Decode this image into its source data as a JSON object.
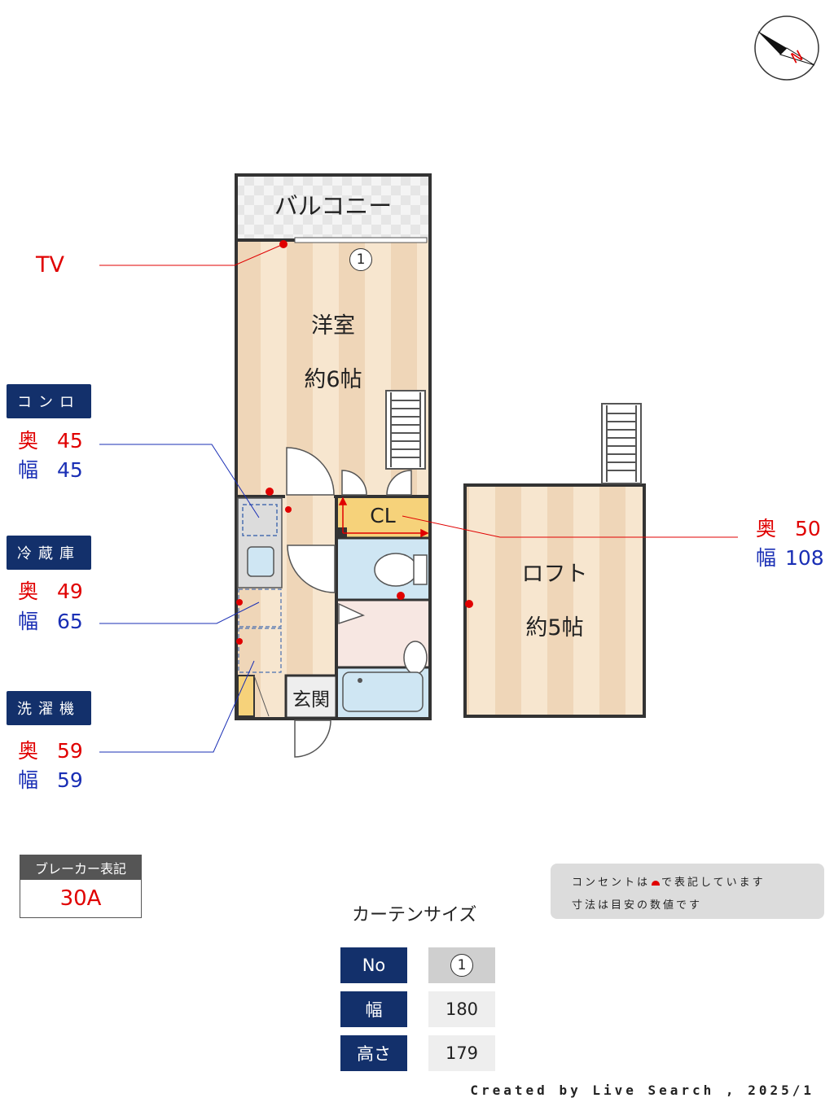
{
  "rooms": {
    "balcony": "バルコニー",
    "western_room": "洋室",
    "western_room_size": "約6帖",
    "closet": "CL",
    "entrance": "玄関",
    "loft": "ロフト",
    "loft_size": "約5帖"
  },
  "curtain_marker": "1",
  "tv_label": "TV",
  "appliances": [
    {
      "name": "コンロ",
      "depth_key": "奥",
      "depth": "45",
      "width_key": "幅",
      "width": "45"
    },
    {
      "name": "冷蔵庫",
      "depth_key": "奥",
      "depth": "49",
      "width_key": "幅",
      "width": "65"
    },
    {
      "name": "洗濯機",
      "depth_key": "奥",
      "depth": "59",
      "width_key": "幅",
      "width": "59"
    }
  ],
  "closet_size": {
    "depth_key": "奥",
    "depth": "50",
    "width_key": "幅",
    "width": "108"
  },
  "breaker": {
    "header": "ブレーカー表記",
    "value": "30A"
  },
  "note": {
    "line1_a": "コンセントは",
    "line1_b": "で表記しています",
    "line2": "寸法は目安の数値です"
  },
  "curtain_table": {
    "title": "カーテンサイズ",
    "rows": [
      {
        "header": "No",
        "value": "1"
      },
      {
        "header": "幅",
        "value": "180"
      },
      {
        "header": "高さ",
        "value": "179"
      }
    ]
  },
  "compass_letter": "N",
  "credit": "Created by Live Search , 2025/1",
  "colors": {
    "wall": "#333333",
    "floor_light": "#f7e6cf",
    "floor_dark": "#efd6b8",
    "accent_red": "#e00000",
    "accent_blue": "#1a2fb5",
    "navy": "#13306b",
    "water": "#cfe6f3",
    "closet": "#f6d27a"
  }
}
